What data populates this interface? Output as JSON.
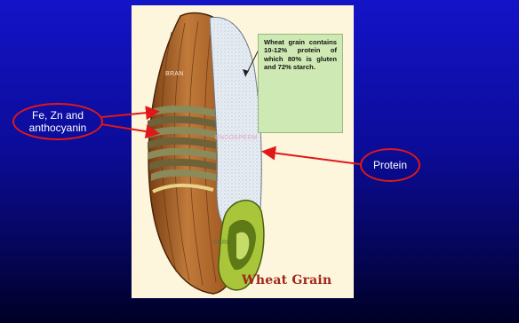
{
  "diagram": {
    "caption": "Wheat Grain",
    "labels": {
      "bran": "BRAN",
      "endosperm": "ENDOSPERM",
      "germ": "GERM"
    },
    "note": "Wheat grain contains 10-12% protein of which 80% is gluten and 72% starch."
  },
  "callouts": {
    "minerals": "Fe, Zn and anthocyanin",
    "protein": "Protein"
  },
  "colors": {
    "callout_border": "#e01818",
    "background_top": "#1414c8",
    "background_bottom": "#000026"
  }
}
